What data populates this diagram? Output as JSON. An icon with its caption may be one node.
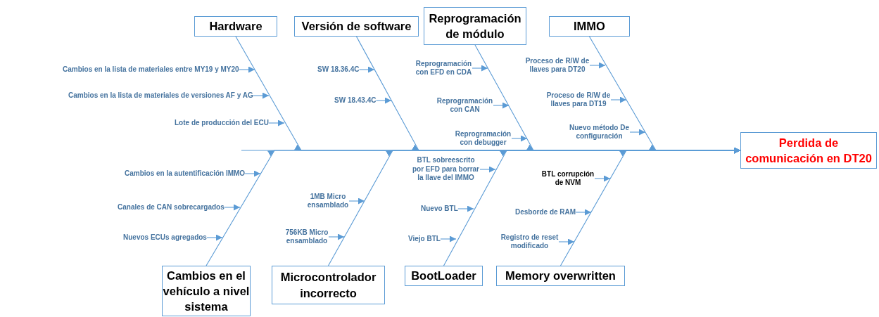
{
  "diagram": {
    "nodes": [
      {
        "text": [
          "Hardware"
        ]
      },
      {
        "text": [
          "Versión de software"
        ]
      },
      {
        "text": [
          "Reprogramación de módulo"
        ]
      },
      {
        "text": [
          "IMMO"
        ]
      },
      {
        "text": [
          "Cambios en la lista de materiales entre MY19 y MY20"
        ]
      },
      {
        "text": [
          "Cambios en la lista de materiales de versiones AF y AG"
        ]
      },
      {
        "text": [
          "Lote de producción del ECU"
        ]
      },
      {
        "text": [
          "SW 18.36.4C"
        ]
      },
      {
        "text": [
          "SW 18.43.4C"
        ]
      },
      {
        "text": [
          "Reprogramación con EFD en CDA"
        ]
      },
      {
        "text": [
          "Reprogramación con CAN"
        ]
      },
      {
        "text": [
          "Reprogramación con debugger"
        ]
      },
      {
        "text": [
          "Proceso de R/W de llaves para DT20"
        ]
      },
      {
        "text": [
          "Proceso de R/W de llaves para DT19"
        ]
      },
      {
        "text": [
          "Nuevo método De configuración"
        ]
      },
      {
        "text": [
          "Perdida de comunicación en DT20"
        ]
      },
      {
        "text": [
          "Cambios en la autentificación IMMO"
        ]
      },
      {
        "text": [
          "Canales de CAN sobrecargados"
        ]
      },
      {
        "text": [
          "Nuevos ECUs agregados"
        ]
      },
      {
        "text": [
          "1MB Micro ensamblado"
        ]
      },
      {
        "text": [
          "756KB Micro ensamblado"
        ]
      },
      {
        "text": [
          "BTL sobreescrito por EFD para borrar la llave del IMMO"
        ]
      },
      {
        "text": [
          "Nuevo BTL"
        ]
      },
      {
        "text": [
          "Viejo BTL"
        ]
      },
      {
        "text": [
          "BTL corrupción de NVM"
        ]
      },
      {
        "text": [
          "Desborde de RAM"
        ]
      },
      {
        "text": [
          "Registro de reset modificado"
        ]
      },
      {
        "text": [
          "Cambios en el vehículo a nivel sistema"
        ]
      },
      {
        "text": [
          "Microcontrolador incorrecto"
        ]
      },
      {
        "text": [
          "BootLoader"
        ]
      },
      {
        "text": [
          "Memory overwritten"
        ]
      }
    ],
    "edges": [
      {
        "from": 0,
        "to": 15,
        "arrow": "to"
      },
      {
        "from": 1,
        "to": 15,
        "arrow": "to"
      },
      {
        "from": 2,
        "to": 15,
        "arrow": "to"
      },
      {
        "from": 3,
        "to": 15,
        "arrow": "to"
      },
      {
        "from": 4,
        "to": null,
        "arrow": "to"
      },
      {
        "from": 5,
        "to": null,
        "arrow": "to"
      },
      {
        "from": 6,
        "to": null,
        "arrow": "to"
      },
      {
        "from": 7,
        "to": null,
        "arrow": "to"
      },
      {
        "from": 8,
        "to": null,
        "arrow": "to"
      },
      {
        "from": 9,
        "to": null,
        "arrow": "to"
      },
      {
        "from": 10,
        "to": null,
        "arrow": "to"
      },
      {
        "from": 11,
        "to": null,
        "arrow": "to"
      },
      {
        "from": 12,
        "to": null,
        "arrow": "to"
      },
      {
        "from": 13,
        "to": null,
        "arrow": "to"
      },
      {
        "from": 14,
        "to": null,
        "arrow": "to"
      },
      {
        "from": null,
        "to": 15,
        "arrow": "to"
      },
      {
        "from": 16,
        "to": null,
        "arrow": "to"
      },
      {
        "from": 17,
        "to": null,
        "arrow": "to"
      },
      {
        "from": 18,
        "to": null,
        "arrow": "to"
      },
      {
        "from": 19,
        "to": null,
        "arrow": "to"
      },
      {
        "from": 20,
        "to": null,
        "arrow": "to"
      },
      {
        "from": 21,
        "to": null,
        "arrow": "to"
      },
      {
        "from": 22,
        "to": null,
        "arrow": "to"
      },
      {
        "from": 23,
        "to": null,
        "arrow": "to"
      },
      {
        "from": 24,
        "to": null,
        "arrow": "to"
      },
      {
        "from": 25,
        "to": null,
        "arrow": "to"
      },
      {
        "from": 26,
        "to": null,
        "arrow": "to"
      },
      {
        "from": 27,
        "to": 15,
        "arrow": "to"
      },
      {
        "from": 28,
        "to": 15,
        "arrow": "to"
      },
      {
        "from": 29,
        "to": 15,
        "arrow": "to"
      },
      {
        "from": 30,
        "to": 15,
        "arrow": "to"
      }
    ]
  }
}
